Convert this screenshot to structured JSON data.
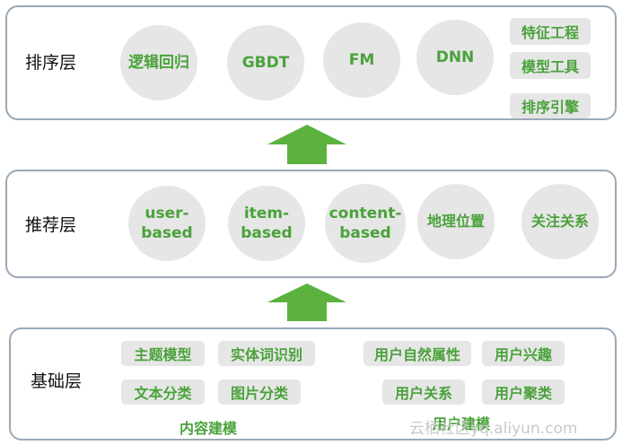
{
  "ranking_layer": {
    "label": "排序层",
    "models": [
      "逻辑回归",
      "GBDT",
      "FM",
      "DNN"
    ],
    "tools": [
      "特征工程",
      "模型工具",
      "排序引擎"
    ]
  },
  "recommendation_layer": {
    "label": "推荐层",
    "methods": [
      "user-\nbased",
      "item-\nbased",
      "content-\nbased",
      "地理位置",
      "关注关系"
    ]
  },
  "foundation_layer": {
    "label": "基础层",
    "content_modeling": {
      "title": "内容建模",
      "items": [
        "主题模型",
        "实体词识别",
        "文本分类",
        "图片分类"
      ]
    },
    "user_modeling": {
      "title": "用户建模",
      "items": [
        "用户自然属性",
        "用户兴趣",
        "用户关系",
        "用户聚类"
      ]
    }
  },
  "watermark": "云栖社区yq.aliyun.com",
  "colors": {
    "accent_green": "#4aa23b",
    "arrow_green": "#5cb23f",
    "node_fill": "#e6e6e6",
    "border": "#9aa9b7"
  }
}
